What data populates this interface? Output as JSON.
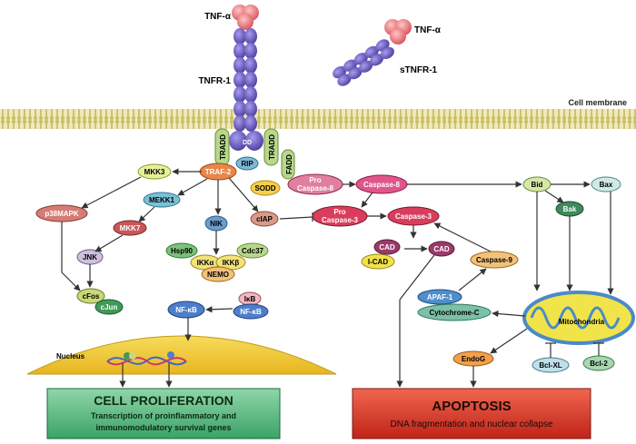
{
  "labels": {
    "tnf_alpha_left": "TNF-α",
    "tnf_alpha_right": "TNF-α",
    "tnfr1": "TNFR-1",
    "stnfr1": "sTNFR-1",
    "cell_membrane": "Cell membrane",
    "nucleus": "Nucleus",
    "mitochondria": "Mitochondria",
    "death_domain": "DD"
  },
  "nodes": {
    "tradd_left": "TRADD",
    "tradd_right": "TRADD",
    "rip": "RIP",
    "fadd": "FADD",
    "sodd": "SODD",
    "traf2": "TRAF-2",
    "mkk3": "MKK3",
    "p38mapk": "p38MAPK",
    "mekk1": "MEKK1",
    "mkk7": "MKK7",
    "jnk": "JNK",
    "cfos": "cFos",
    "cjun": "cJun",
    "nik": "NIK",
    "hsp90": "Hsp90",
    "cdc37": "Cdc37",
    "ikka": "IKKα",
    "ikkb": "IKKβ",
    "nemo": "NEMO",
    "ciap": "cIAP",
    "nfkb": "NF-κB",
    "ikb": "IκB",
    "nfkb2": "NF-κB",
    "procasp8": "Pro\nCaspase-8",
    "casp8": "Caspase-8",
    "procasp3": "Pro\nCaspase-3",
    "casp3": "Caspase-3",
    "cad1": "CAD",
    "icad": "I-CAD",
    "cad2": "CAD",
    "casp9": "Caspase-9",
    "apaf1": "APAF-1",
    "cytc": "Cytochrome-C",
    "endog": "EndoG",
    "bid": "Bid",
    "bax": "Bax",
    "bak": "Bak",
    "bclxl": "Bcl-XL",
    "bcl2": "Bcl-2"
  },
  "boxes": {
    "proliferation_title": "CELL PROLIFERATION",
    "proliferation_sub1": "Transcription of proinflammatory and",
    "proliferation_sub2": "immunomodulatory survival genes",
    "apoptosis_title": "APOPTOSIS",
    "apoptosis_sub": "DNA fragmentation and nuclear collapse"
  },
  "colors": {
    "receptor": "#6a5fb8",
    "tnf": "#e8787c",
    "membrane": "#c9c07a",
    "traf": "#e8874a",
    "casp": "#d93d5c",
    "green_box": "#54b77d",
    "red_box": "#d6362a",
    "nucleus": "#f2cf3a",
    "mito": "#f1e44a"
  }
}
